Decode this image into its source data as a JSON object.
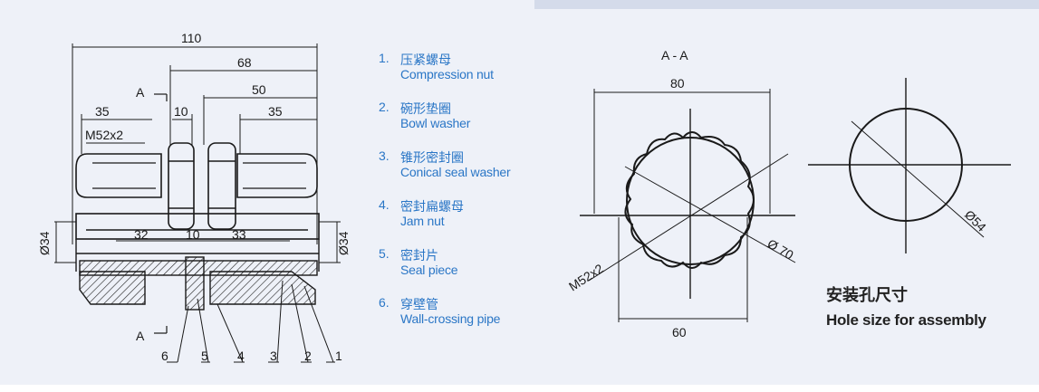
{
  "legend": {
    "items": [
      {
        "num": "1.",
        "cn": "压紧螺母",
        "en": "Compression nut"
      },
      {
        "num": "2.",
        "cn": "碗形垫圈",
        "en": "Bowl washer"
      },
      {
        "num": "3.",
        "cn": "锥形密封圈",
        "en": "Conical seal washer"
      },
      {
        "num": "4.",
        "cn": "密封扁螺母",
        "en": "Jam nut"
      },
      {
        "num": "5.",
        "cn": "密封片",
        "en": "Seal piece"
      },
      {
        "num": "6.",
        "cn": "穿壁管",
        "en": "Wall-crossing pipe"
      }
    ]
  },
  "side_view": {
    "dim_110": "110",
    "dim_68": "68",
    "dim_50": "50",
    "dim_35_left": "35",
    "dim_35_right": "35",
    "dim_10_top": "10",
    "thread": "M52x2",
    "dim_32": "32",
    "dim_10_mid": "10",
    "dim_33": "33",
    "dia_left": "Ø34",
    "dia_right": "Ø34",
    "section_top": "A",
    "section_bottom": "A",
    "callouts": [
      "6",
      "5",
      "4",
      "3",
      "2",
      "1"
    ]
  },
  "section_view": {
    "title": "A - A",
    "dim_80": "80",
    "dim_60": "60",
    "thread": "M52x2",
    "dia": "Ø 70"
  },
  "hole_view": {
    "dia": "Ø54",
    "caption_cn": "安装孔尺寸",
    "caption_en": "Hole size for assembly"
  }
}
